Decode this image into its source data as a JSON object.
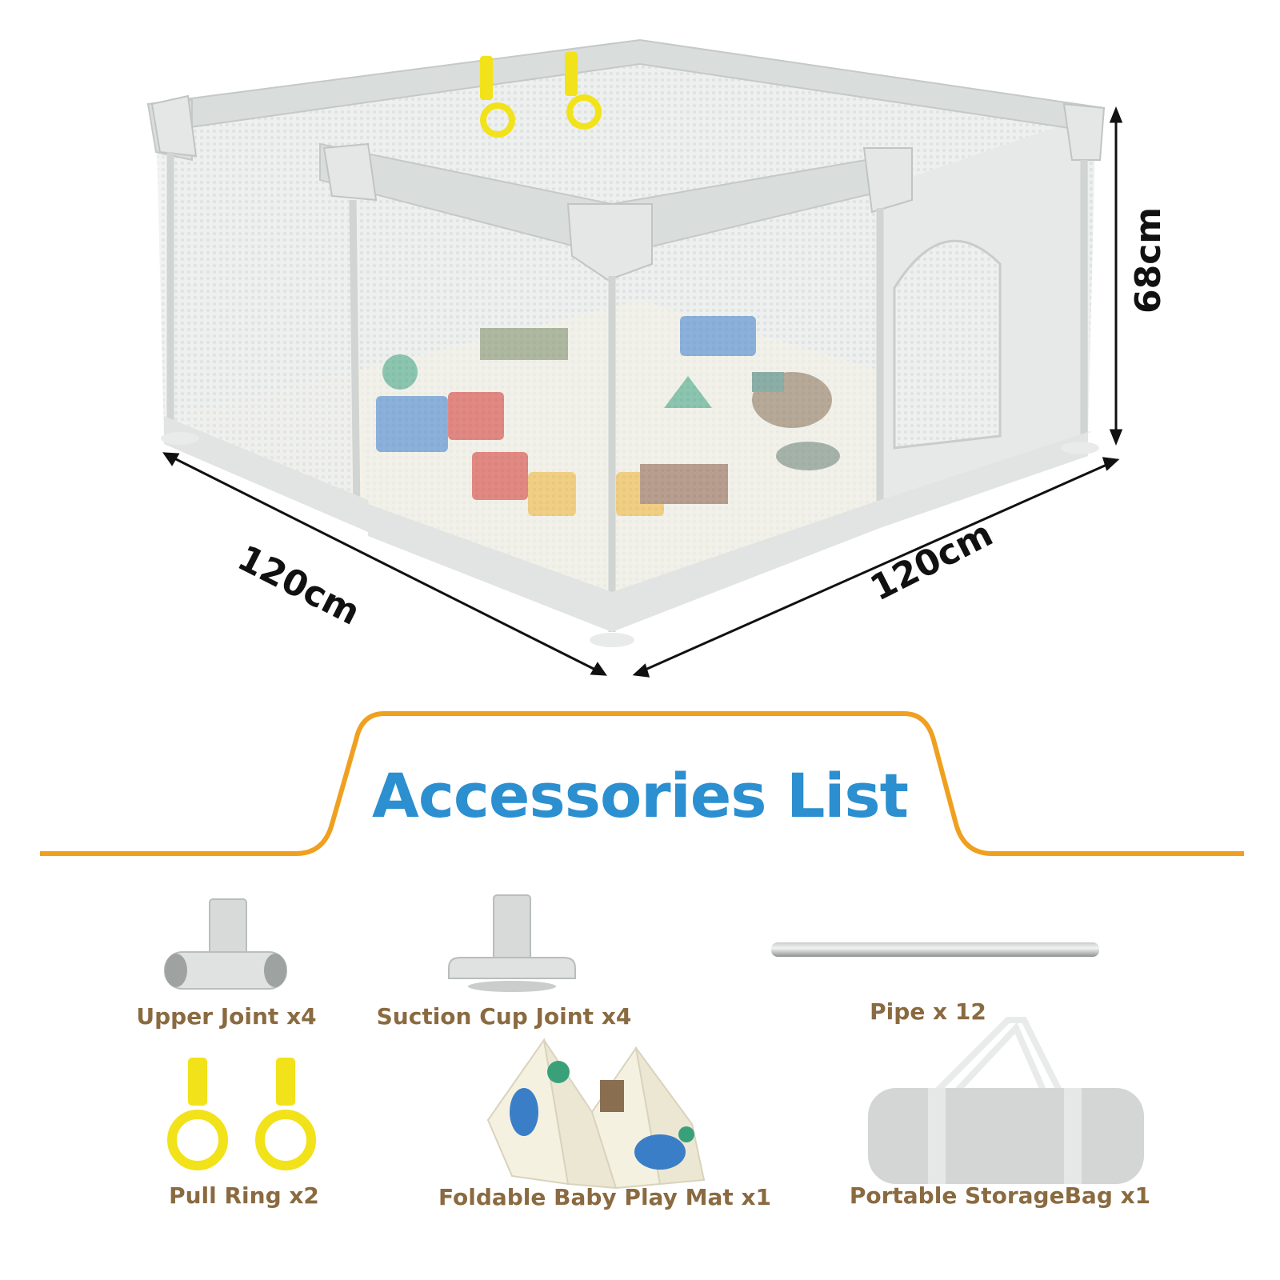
{
  "dimensions": {
    "length": "120cm",
    "width": "120cm",
    "height": "68cm"
  },
  "accessories_title": "Accessories List",
  "accessories": {
    "upper_joint": "Upper Joint x4",
    "suction_cup_joint": "Suction Cup Joint x4",
    "pipe": "Pipe x 12",
    "pull_ring": "Pull Ring x2",
    "play_mat": "Foldable Baby Play Mat x1",
    "storage_bag": "Portable StorageBag x1"
  },
  "colors": {
    "accent_orange": "#f0a020",
    "title_blue": "#2b8fd0",
    "label_brown": "#8a6a40",
    "ring_yellow": "#f2e21a",
    "frame_grey": "#d8dcda"
  }
}
